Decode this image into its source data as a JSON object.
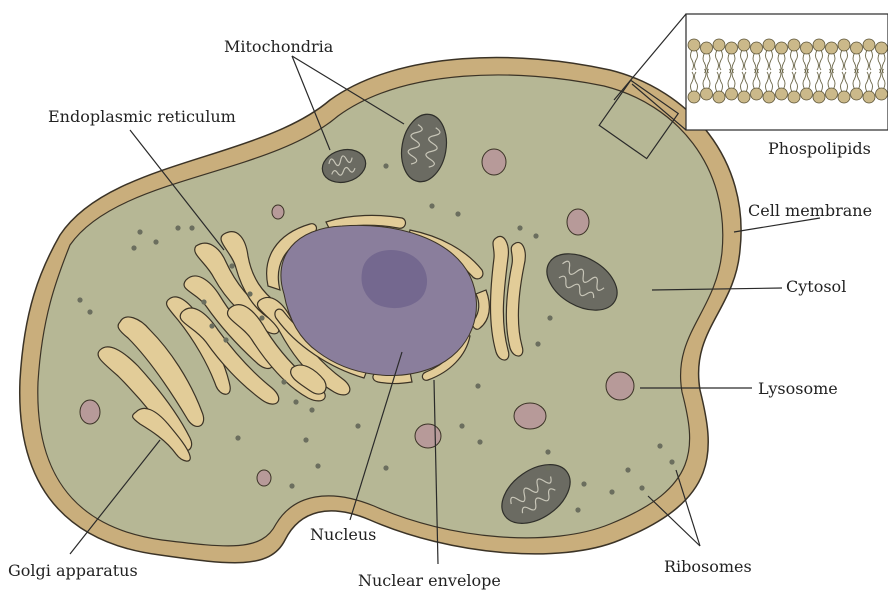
{
  "labels": {
    "mitochondria": "Mitochondria",
    "endoplasmic_reticulum": "Endoplasmic reticulum",
    "phospholipids": "Phospolipids",
    "cell_membrane": "Cell membrane",
    "cytosol": "Cytosol",
    "lysosome": "Lysosome",
    "nucleus": "Nucleus",
    "nuclear_envelope": "Nuclear envelope",
    "golgi_apparatus": "Golgi apparatus",
    "ribosomes": "Ribosomes"
  },
  "colors": {
    "membrane_fill": "#c9ae7c",
    "membrane_stroke": "#3b3326",
    "cytosol": "#b6b795",
    "nucleus": "#8a7e9c",
    "nucleolus": "#74688f",
    "organelle_cream": "#e2cc98",
    "mitochondria": "#6b6b62",
    "lysosome": "#b79a99",
    "ribosome": "#6b6e5e",
    "phospholipid_head": "#cbb98a"
  }
}
